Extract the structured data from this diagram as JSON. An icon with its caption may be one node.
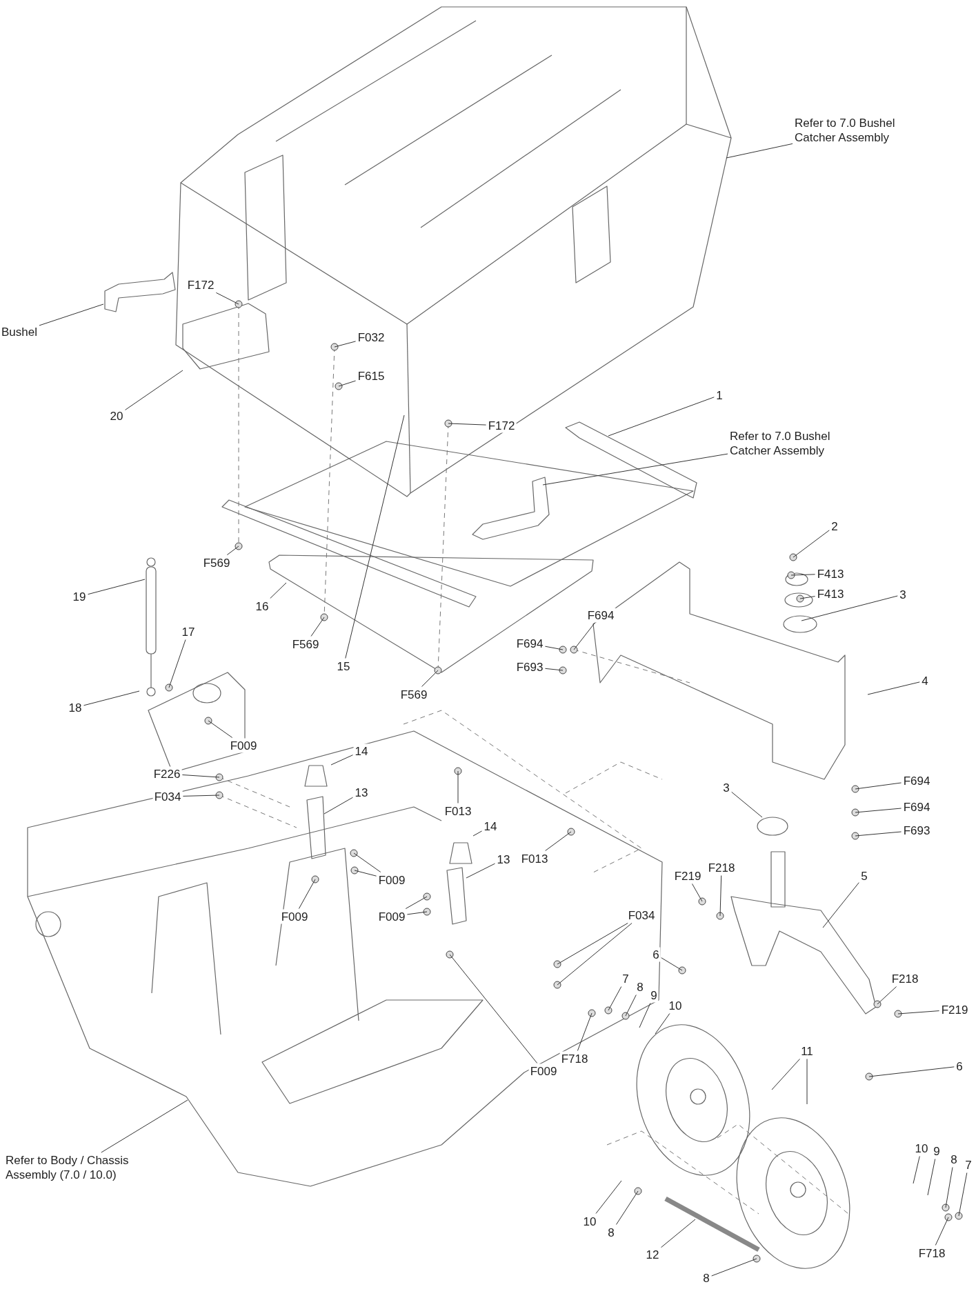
{
  "diagram": {
    "nodes": [
      {
        "text": [
          "Refer to 7.0 Bushel Catcher Assembly"
        ]
      },
      {
        "text": [
          "Bushel"
        ]
      },
      {
        "text": [
          "F172"
        ]
      },
      {
        "text": [
          "F032"
        ]
      },
      {
        "text": [
          "F615"
        ]
      },
      {
        "text": [
          "1"
        ]
      },
      {
        "text": [
          "20"
        ]
      },
      {
        "text": [
          "F172"
        ]
      },
      {
        "text": [
          "Refer to 7.0 Bushel Catcher Assembly"
        ]
      },
      {
        "text": [
          "2"
        ]
      },
      {
        "text": [
          "F569"
        ]
      },
      {
        "text": [
          "F413"
        ]
      },
      {
        "text": [
          "19"
        ]
      },
      {
        "text": [
          "16"
        ]
      },
      {
        "text": [
          "F413"
        ]
      },
      {
        "text": [
          "3"
        ]
      },
      {
        "text": [
          "F694"
        ]
      },
      {
        "text": [
          "F569"
        ]
      },
      {
        "text": [
          "F694"
        ]
      },
      {
        "text": [
          "17"
        ]
      },
      {
        "text": [
          "15"
        ]
      },
      {
        "text": [
          "F693"
        ]
      },
      {
        "text": [
          "4"
        ]
      },
      {
        "text": [
          "F569"
        ]
      },
      {
        "text": [
          "18"
        ]
      },
      {
        "text": [
          "F009"
        ]
      },
      {
        "text": [
          "14"
        ]
      },
      {
        "text": [
          "F226"
        ]
      },
      {
        "text": [
          "3"
        ]
      },
      {
        "text": [
          "F694"
        ]
      },
      {
        "text": [
          "F034"
        ]
      },
      {
        "text": [
          "13"
        ]
      },
      {
        "text": [
          "F013"
        ]
      },
      {
        "text": [
          "F694"
        ]
      },
      {
        "text": [
          "14"
        ]
      },
      {
        "text": [
          "F693"
        ]
      },
      {
        "text": [
          "F013"
        ]
      },
      {
        "text": [
          "13"
        ]
      },
      {
        "text": [
          "F219"
        ]
      },
      {
        "text": [
          "F218"
        ]
      },
      {
        "text": [
          "5"
        ]
      },
      {
        "text": [
          "F009"
        ]
      },
      {
        "text": [
          "F009"
        ]
      },
      {
        "text": [
          "F009"
        ]
      },
      {
        "text": [
          "F034"
        ]
      },
      {
        "text": [
          "6"
        ]
      },
      {
        "text": [
          "7"
        ]
      },
      {
        "text": [
          "F218"
        ]
      },
      {
        "text": [
          "8"
        ]
      },
      {
        "text": [
          "9"
        ]
      },
      {
        "text": [
          "10"
        ]
      },
      {
        "text": [
          "F219"
        ]
      },
      {
        "text": [
          "11"
        ]
      },
      {
        "text": [
          "F718"
        ]
      },
      {
        "text": [
          "6"
        ]
      },
      {
        "text": [
          "F009"
        ]
      },
      {
        "text": [
          "10"
        ]
      },
      {
        "text": [
          "9"
        ]
      },
      {
        "text": [
          "8"
        ]
      },
      {
        "text": [
          "7"
        ]
      },
      {
        "text": [
          "Refer to Body / Chassis Assembly (7.0 / 10.0)"
        ]
      },
      {
        "text": [
          "10"
        ]
      },
      {
        "text": [
          "8"
        ]
      },
      {
        "text": [
          "12"
        ]
      },
      {
        "text": [
          "F718"
        ]
      },
      {
        "text": [
          "8"
        ]
      }
    ],
    "edges": [
      {
        "from": 0,
        "to": null,
        "arrow": "none"
      },
      {
        "from": 1,
        "to": null,
        "arrow": "none"
      },
      {
        "from": 2,
        "to": null,
        "arrow": "none"
      },
      {
        "from": 3,
        "to": null,
        "arrow": "none"
      },
      {
        "from": 4,
        "to": null,
        "arrow": "none"
      },
      {
        "from": 5,
        "to": null,
        "arrow": "none"
      },
      {
        "from": 6,
        "to": null,
        "arrow": "none"
      },
      {
        "from": 7,
        "to": null,
        "arrow": "none"
      },
      {
        "from": 8,
        "to": null,
        "arrow": "none"
      },
      {
        "from": 9,
        "to": null,
        "arrow": "none"
      },
      {
        "from": 10,
        "to": null,
        "arrow": "none"
      },
      {
        "from": 11,
        "to": null,
        "arrow": "none"
      },
      {
        "from": 12,
        "to": null,
        "arrow": "none"
      },
      {
        "from": 13,
        "to": null,
        "arrow": "none"
      },
      {
        "from": 14,
        "to": null,
        "arrow": "none"
      },
      {
        "from": 15,
        "to": null,
        "arrow": "none"
      },
      {
        "from": 16,
        "to": null,
        "arrow": "none"
      },
      {
        "from": 17,
        "to": null,
        "arrow": "none"
      },
      {
        "from": 18,
        "to": null,
        "arrow": "none"
      },
      {
        "from": 19,
        "to": null,
        "arrow": "none"
      },
      {
        "from": 20,
        "to": null,
        "arrow": "none"
      },
      {
        "from": 21,
        "to": null,
        "arrow": "none"
      },
      {
        "from": 22,
        "to": null,
        "arrow": "none"
      },
      {
        "from": 23,
        "to": null,
        "arrow": "none"
      },
      {
        "from": 24,
        "to": null,
        "arrow": "none"
      },
      {
        "from": 25,
        "to": null,
        "arrow": "none"
      },
      {
        "from": 26,
        "to": null,
        "arrow": "none"
      },
      {
        "from": 27,
        "to": null,
        "arrow": "none"
      },
      {
        "from": 28,
        "to": null,
        "arrow": "none"
      },
      {
        "from": 29,
        "to": null,
        "arrow": "none"
      },
      {
        "from": 30,
        "to": null,
        "arrow": "none"
      },
      {
        "from": 31,
        "to": null,
        "arrow": "none"
      },
      {
        "from": 32,
        "to": null,
        "arrow": "none"
      },
      {
        "from": 33,
        "to": null,
        "arrow": "none"
      },
      {
        "from": 34,
        "to": null,
        "arrow": "none"
      },
      {
        "from": 35,
        "to": null,
        "arrow": "none"
      },
      {
        "from": 36,
        "to": null,
        "arrow": "none"
      },
      {
        "from": 37,
        "to": null,
        "arrow": "none"
      },
      {
        "from": 38,
        "to": null,
        "arrow": "none"
      },
      {
        "from": 39,
        "to": null,
        "arrow": "none"
      },
      {
        "from": 40,
        "to": null,
        "arrow": "none"
      },
      {
        "from": 41,
        "to": null,
        "arrow": "none"
      },
      {
        "from": 41,
        "to": null,
        "arrow": "none"
      },
      {
        "from": 42,
        "to": null,
        "arrow": "none"
      },
      {
        "from": 43,
        "to": null,
        "arrow": "none"
      },
      {
        "from": 43,
        "to": null,
        "arrow": "none"
      },
      {
        "from": 44,
        "to": null,
        "arrow": "none"
      },
      {
        "from": 44,
        "to": null,
        "arrow": "none"
      },
      {
        "from": 45,
        "to": null,
        "arrow": "none"
      },
      {
        "from": 46,
        "to": null,
        "arrow": "none"
      },
      {
        "from": 47,
        "to": null,
        "arrow": "none"
      },
      {
        "from": 48,
        "to": null,
        "arrow": "none"
      },
      {
        "from": 49,
        "to": null,
        "arrow": "none"
      },
      {
        "from": 50,
        "to": null,
        "arrow": "none"
      },
      {
        "from": 51,
        "to": null,
        "arrow": "none"
      },
      {
        "from": 52,
        "to": null,
        "arrow": "none"
      },
      {
        "from": 52,
        "to": null,
        "arrow": "none"
      },
      {
        "from": 53,
        "to": null,
        "arrow": "none"
      },
      {
        "from": 54,
        "to": null,
        "arrow": "none"
      },
      {
        "from": 55,
        "to": null,
        "arrow": "none"
      },
      {
        "from": 56,
        "to": null,
        "arrow": "none"
      },
      {
        "from": 57,
        "to": null,
        "arrow": "none"
      },
      {
        "from": 58,
        "to": null,
        "arrow": "none"
      },
      {
        "from": 59,
        "to": null,
        "arrow": "none"
      },
      {
        "from": 60,
        "to": null,
        "arrow": "none"
      },
      {
        "from": 61,
        "to": null,
        "arrow": "none"
      },
      {
        "from": 62,
        "to": null,
        "arrow": "none"
      },
      {
        "from": 63,
        "to": null,
        "arrow": "none"
      },
      {
        "from": 64,
        "to": null,
        "arrow": "none"
      },
      {
        "from": 65,
        "to": null,
        "arrow": "none"
      }
    ]
  }
}
